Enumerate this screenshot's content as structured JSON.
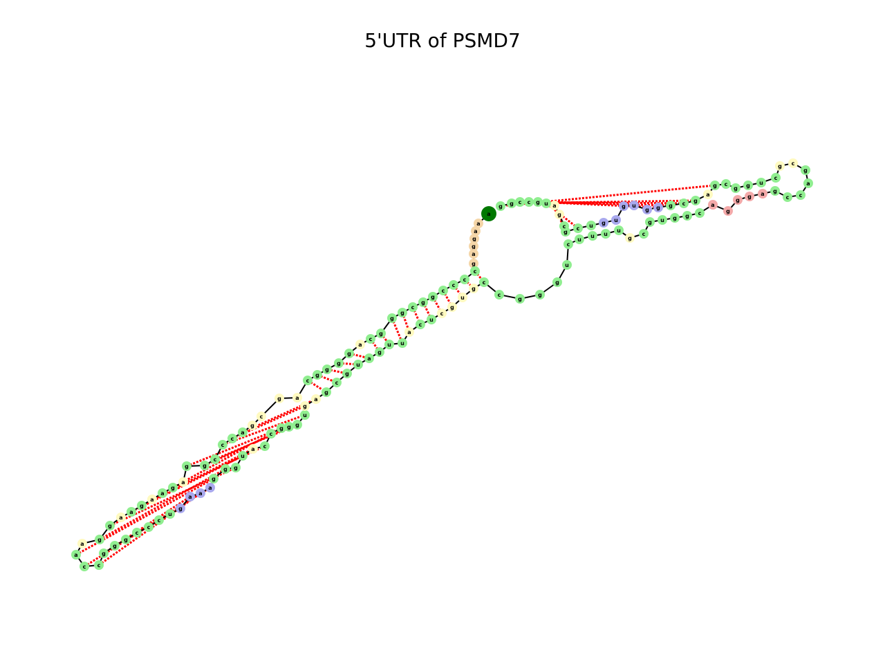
{
  "title": "5'UTR of PSMD7",
  "colors": {
    "stem": "#90ee90",
    "hairpin_loop": "#a9a9ee",
    "internal_loop": "#fffac0",
    "exterior": "#f5d6a8",
    "multiloop": "#f3a9a9",
    "start": "#007800",
    "end": "#ff0000",
    "backbone": "#000000",
    "base_pair": "#ff0000"
  },
  "rna": {
    "nucleotides": [
      {
        "base": "a",
        "region": "start"
      },
      {
        "base": "a",
        "region": "exterior"
      },
      {
        "base": "a",
        "region": "exterior"
      },
      {
        "base": "g",
        "region": "exterior"
      },
      {
        "base": "g",
        "region": "exterior"
      },
      {
        "base": "a",
        "region": "exterior"
      },
      {
        "base": "g",
        "region": "exterior"
      },
      {
        "base": "c",
        "region": "stem"
      },
      {
        "base": "c",
        "region": "stem"
      },
      {
        "base": "c",
        "region": "stem"
      },
      {
        "base": "c",
        "region": "stem"
      },
      {
        "base": "g",
        "region": "stem"
      },
      {
        "base": "g",
        "region": "stem"
      },
      {
        "base": "c",
        "region": "stem"
      },
      {
        "base": "g",
        "region": "stem"
      },
      {
        "base": "g",
        "region": "stem"
      },
      {
        "base": "g",
        "region": "stem"
      },
      {
        "base": "c",
        "region": "stem"
      },
      {
        "base": "a",
        "region": "internal"
      },
      {
        "base": "g",
        "region": "stem"
      },
      {
        "base": "g",
        "region": "stem"
      },
      {
        "base": "g",
        "region": "stem"
      },
      {
        "base": "g",
        "region": "stem"
      },
      {
        "base": "c",
        "region": "stem"
      },
      {
        "base": "a",
        "region": "internal"
      },
      {
        "base": "g",
        "region": "internal"
      },
      {
        "base": "c",
        "region": "internal"
      },
      {
        "base": "g",
        "region": "internal"
      },
      {
        "base": "a",
        "region": "stem"
      },
      {
        "base": "c",
        "region": "stem"
      },
      {
        "base": "c",
        "region": "stem"
      },
      {
        "base": "c",
        "region": "stem"
      },
      {
        "base": "g",
        "region": "stem"
      },
      {
        "base": "g",
        "region": "stem"
      },
      {
        "base": "a",
        "region": "internal"
      },
      {
        "base": "g",
        "region": "stem"
      },
      {
        "base": "a",
        "region": "stem"
      },
      {
        "base": "a",
        "region": "internal"
      },
      {
        "base": "g",
        "region": "stem"
      },
      {
        "base": "a",
        "region": "stem"
      },
      {
        "base": "a",
        "region": "internal"
      },
      {
        "base": "g",
        "region": "stem"
      },
      {
        "base": "g",
        "region": "stem"
      },
      {
        "base": "a",
        "region": "internal"
      },
      {
        "base": "a",
        "region": "stem"
      },
      {
        "base": "c",
        "region": "stem"
      },
      {
        "base": "c",
        "region": "stem"
      },
      {
        "base": "g",
        "region": "stem"
      },
      {
        "base": "g",
        "region": "stem"
      },
      {
        "base": "g",
        "region": "stem"
      },
      {
        "base": "c",
        "region": "stem"
      },
      {
        "base": "c",
        "region": "stem"
      },
      {
        "base": "c",
        "region": "stem"
      },
      {
        "base": "u",
        "region": "stem"
      },
      {
        "base": "g",
        "region": "hairpin"
      },
      {
        "base": "a",
        "region": "hairpin"
      },
      {
        "base": "a",
        "region": "hairpin"
      },
      {
        "base": "a",
        "region": "hairpin"
      },
      {
        "base": "g",
        "region": "stem"
      },
      {
        "base": "g",
        "region": "stem"
      },
      {
        "base": "g",
        "region": "stem"
      },
      {
        "base": "u",
        "region": "stem"
      },
      {
        "base": "a",
        "region": "internal"
      },
      {
        "base": "c",
        "region": "stem"
      },
      {
        "base": "c",
        "region": "stem"
      },
      {
        "base": "g",
        "region": "stem"
      },
      {
        "base": "g",
        "region": "stem"
      },
      {
        "base": "g",
        "region": "stem"
      },
      {
        "base": "u",
        "region": "stem"
      },
      {
        "base": "g",
        "region": "internal"
      },
      {
        "base": "a",
        "region": "internal"
      },
      {
        "base": "g",
        "region": "stem"
      },
      {
        "base": "c",
        "region": "stem"
      },
      {
        "base": "g",
        "region": "stem"
      },
      {
        "base": "u",
        "region": "stem"
      },
      {
        "base": "a",
        "region": "stem"
      },
      {
        "base": "g",
        "region": "stem"
      },
      {
        "base": "u",
        "region": "stem"
      },
      {
        "base": "u",
        "region": "stem"
      },
      {
        "base": "a",
        "region": "internal"
      },
      {
        "base": "c",
        "region": "stem"
      },
      {
        "base": "u",
        "region": "stem"
      },
      {
        "base": "c",
        "region": "internal"
      },
      {
        "base": "g",
        "region": "internal"
      },
      {
        "base": "u",
        "region": "internal"
      },
      {
        "base": "g",
        "region": "internal"
      },
      {
        "base": "c",
        "region": "stem"
      },
      {
        "base": "c",
        "region": "stem"
      },
      {
        "base": "g",
        "region": "stem"
      },
      {
        "base": "g",
        "region": "stem"
      },
      {
        "base": "g",
        "region": "stem"
      },
      {
        "base": "u",
        "region": "stem"
      },
      {
        "base": "c",
        "region": "stem"
      },
      {
        "base": "u",
        "region": "stem"
      },
      {
        "base": "u",
        "region": "stem"
      },
      {
        "base": "u",
        "region": "stem"
      },
      {
        "base": "u",
        "region": "stem"
      },
      {
        "base": "g",
        "region": "internal"
      },
      {
        "base": "c",
        "region": "stem"
      },
      {
        "base": "g",
        "region": "stem"
      },
      {
        "base": "u",
        "region": "stem"
      },
      {
        "base": "g",
        "region": "stem"
      },
      {
        "base": "g",
        "region": "stem"
      },
      {
        "base": "c",
        "region": "stem"
      },
      {
        "base": "a",
        "region": "multiloop"
      },
      {
        "base": "g",
        "region": "multiloop"
      },
      {
        "base": "g",
        "region": "multiloop"
      },
      {
        "base": "g",
        "region": "multiloop"
      },
      {
        "base": "a",
        "region": "multiloop"
      },
      {
        "base": "g",
        "region": "stem"
      },
      {
        "base": "c",
        "region": "stem"
      },
      {
        "base": "c",
        "region": "stem"
      },
      {
        "base": "a",
        "region": "stem"
      },
      {
        "base": "g",
        "region": "stem"
      },
      {
        "base": "c",
        "region": "internal"
      },
      {
        "base": "g",
        "region": "internal"
      },
      {
        "base": "c",
        "region": "stem"
      },
      {
        "base": "u",
        "region": "stem"
      },
      {
        "base": "g",
        "region": "stem"
      },
      {
        "base": "g",
        "region": "stem"
      },
      {
        "base": "c",
        "region": "stem"
      },
      {
        "base": "g",
        "region": "stem"
      },
      {
        "base": "a",
        "region": "internal"
      },
      {
        "base": "g",
        "region": "stem"
      },
      {
        "base": "c",
        "region": "stem"
      },
      {
        "base": "g",
        "region": "stem"
      },
      {
        "base": "g",
        "region": "hairpin"
      },
      {
        "base": "g",
        "region": "hairpin"
      },
      {
        "base": "u",
        "region": "hairpin"
      },
      {
        "base": "g",
        "region": "hairpin"
      },
      {
        "base": "u",
        "region": "hairpin"
      },
      {
        "base": "g",
        "region": "hairpin"
      },
      {
        "base": "u",
        "region": "stem"
      },
      {
        "base": "c",
        "region": "stem"
      },
      {
        "base": "g",
        "region": "stem"
      },
      {
        "base": "c",
        "region": "stem"
      },
      {
        "base": "g",
        "region": "internal"
      },
      {
        "base": "a",
        "region": "internal"
      },
      {
        "base": "u",
        "region": "stem"
      },
      {
        "base": "g",
        "region": "stem"
      },
      {
        "base": "c",
        "region": "stem"
      },
      {
        "base": "c",
        "region": "stem"
      },
      {
        "base": "g",
        "region": "stem"
      },
      {
        "base": "g",
        "region": "stem"
      },
      {
        "base": "a",
        "region": "internal"
      },
      {
        "base": "g",
        "region": "internal"
      },
      {
        "base": "c",
        "region": "stem"
      },
      {
        "base": "u",
        "region": "stem"
      },
      {
        "base": "g",
        "region": "stem"
      },
      {
        "base": "g",
        "region": "stem"
      },
      {
        "base": "c",
        "region": "stem"
      },
      {
        "base": "a",
        "region": "exterior"
      },
      {
        "base": "u",
        "region": "exterior"
      },
      {
        "base": "g",
        "region": "exterior"
      },
      {
        "base": "c",
        "region": "exterior"
      },
      {
        "base": "a",
        "region": "exterior"
      },
      {
        "base": "g",
        "region": "exterior"
      },
      {
        "base": "a",
        "region": "exterior"
      },
      {
        "base": "a",
        "region": "exterior"
      },
      {
        "base": "g",
        "region": "exterior"
      },
      {
        "base": "g",
        "region": "end"
      }
    ]
  }
}
